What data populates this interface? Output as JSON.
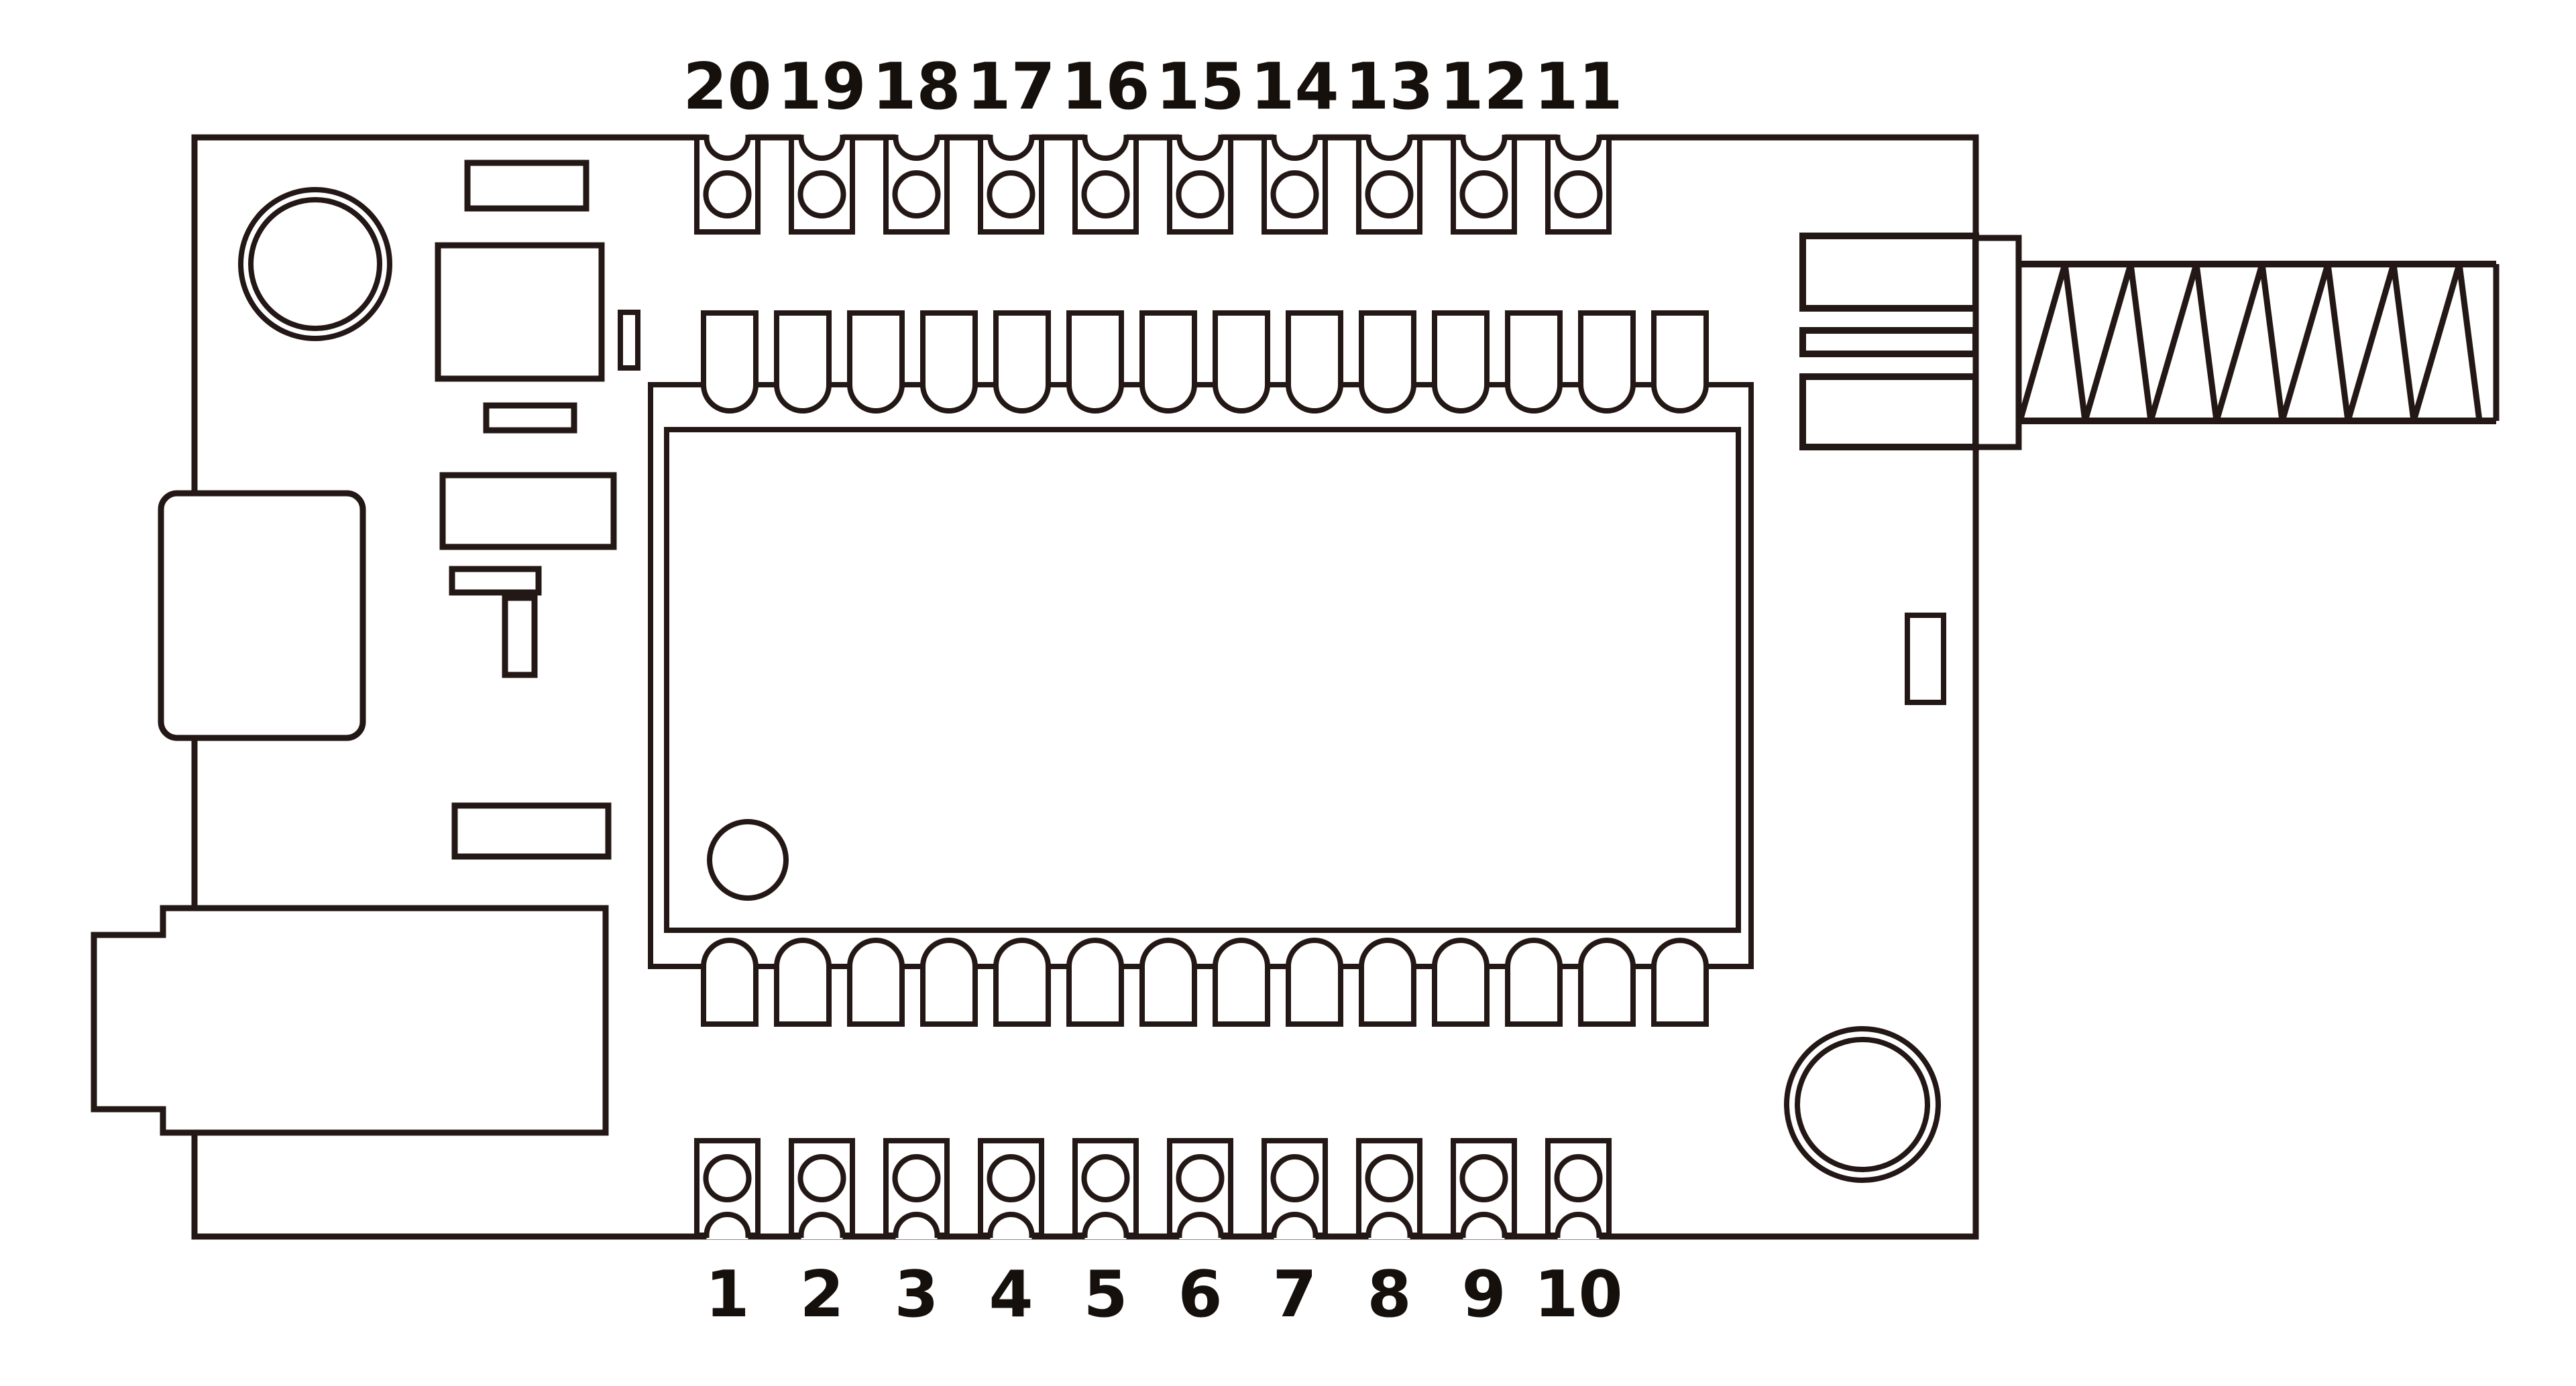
{
  "figure": {
    "kind": "pcb-module-pinout-line-drawing",
    "ink_color": "#231815",
    "background_color": "#ffffff"
  },
  "pins": {
    "top_labels": [
      "20",
      "19",
      "18",
      "17",
      "16",
      "15",
      "14",
      "13",
      "12",
      "11"
    ],
    "bottom_labels": [
      "1",
      "2",
      "3",
      "4",
      "5",
      "6",
      "7",
      "8",
      "9",
      "10"
    ]
  },
  "module": {
    "top_castellations": 14,
    "bottom_castellations": 14,
    "has_pin1_dot": true
  },
  "antenna": {
    "coil_count": 7
  }
}
